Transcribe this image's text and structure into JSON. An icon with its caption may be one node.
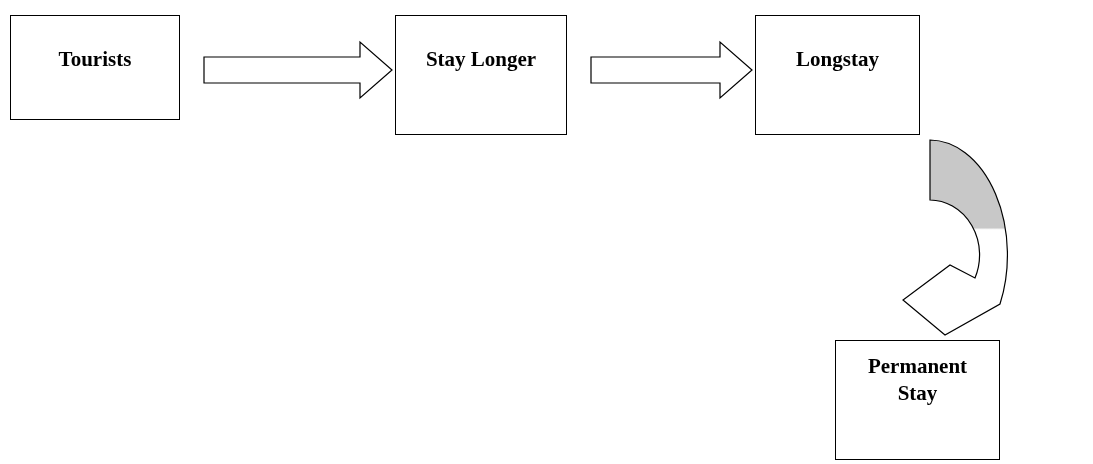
{
  "diagram": {
    "nodes": [
      {
        "text": [
          "Tourists"
        ]
      },
      {
        "text": [
          "Stay Longer"
        ]
      },
      {
        "text": [
          "Longstay"
        ]
      },
      {
        "text": [
          "Permanent Stay"
        ]
      }
    ],
    "edges": [
      {
        "from": 0,
        "to": 1,
        "arrow": "to"
      },
      {
        "from": 1,
        "to": 2,
        "arrow": "to"
      },
      {
        "from": 2,
        "to": 3,
        "arrow": "to"
      }
    ]
  }
}
